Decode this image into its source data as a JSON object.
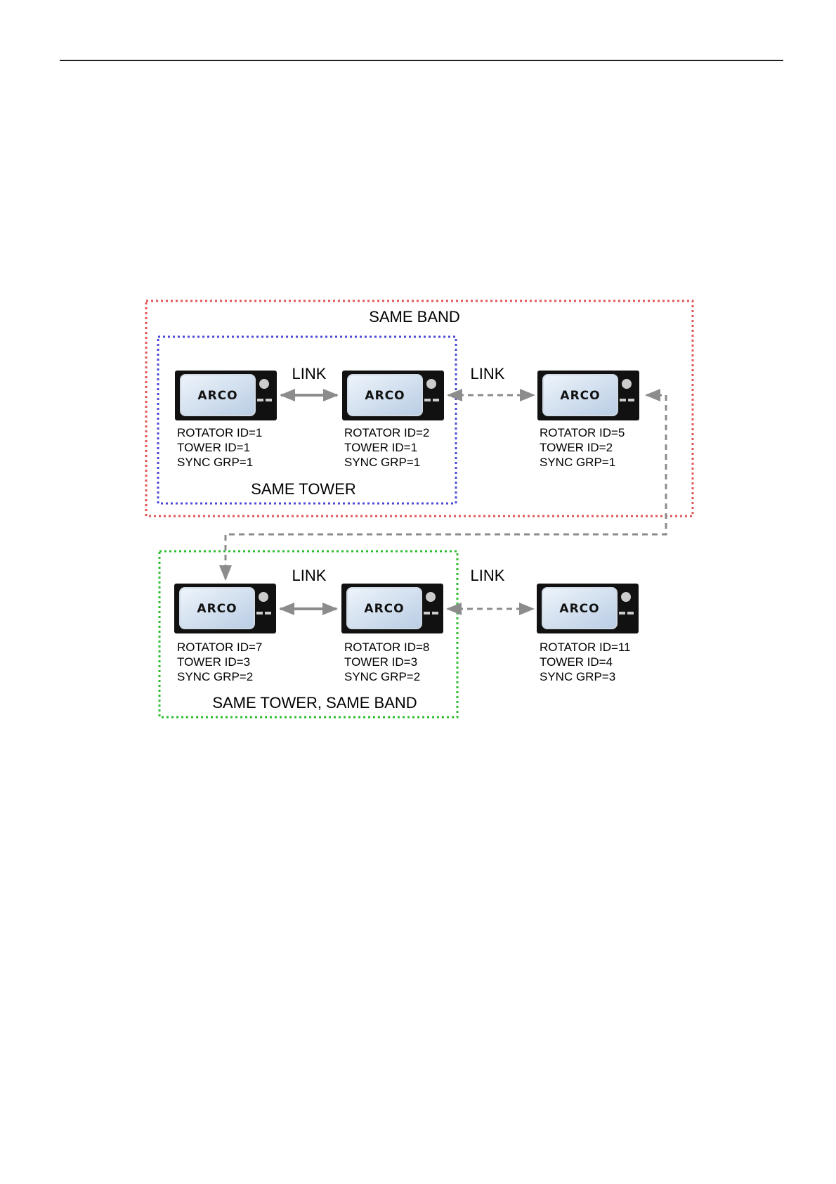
{
  "groups": {
    "same_band": {
      "label": "SAME BAND",
      "color": "#e05555"
    },
    "same_tower": {
      "label": "SAME TOWER",
      "color": "#4a4ad6"
    },
    "same_tower_band": {
      "label": "SAME TOWER, SAME BAND",
      "color": "#2ebd2e"
    }
  },
  "link_label": "LINK",
  "device_brand": "ARCO",
  "devices": [
    {
      "rotator": "ROTATOR ID=1",
      "tower": "TOWER ID=1",
      "sync": "SYNC GRP=1"
    },
    {
      "rotator": "ROTATOR ID=2",
      "tower": "TOWER ID=1",
      "sync": "SYNC GRP=1"
    },
    {
      "rotator": "ROTATOR ID=5",
      "tower": "TOWER ID=2",
      "sync": "SYNC GRP=1"
    },
    {
      "rotator": "ROTATOR ID=7",
      "tower": "TOWER ID=3",
      "sync": "SYNC GRP=2"
    },
    {
      "rotator": "ROTATOR ID=8",
      "tower": "TOWER ID=3",
      "sync": "SYNC GRP=2"
    },
    {
      "rotator": "ROTATOR ID=11",
      "tower": "TOWER ID=4",
      "sync": "SYNC GRP=3"
    }
  ],
  "colors": {
    "arrow": "#8c8c8c",
    "device_body": "#111111"
  }
}
